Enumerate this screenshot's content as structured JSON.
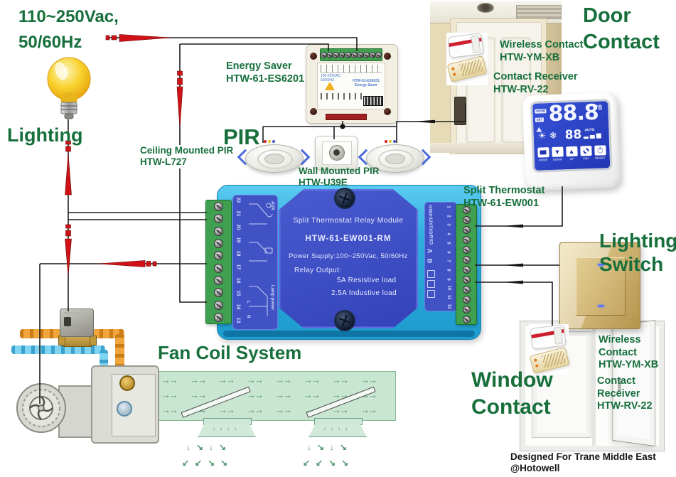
{
  "power": {
    "line1": "110~250Vac,",
    "line2": "50/60Hz"
  },
  "headings": {
    "lighting": "Lighting",
    "pir": "PIR",
    "door1": "Door",
    "door2": "Contact",
    "switch1": "Lighting",
    "switch2": "Switch",
    "window1": "Window",
    "window2": "Contact",
    "fan_coil": "Fan Coil System"
  },
  "labels": {
    "energy_saver_name": "Energy Saver",
    "energy_saver_model": "HTW-61-ES6201",
    "ceiling_pir_name": "Ceiling Mounted PIR",
    "ceiling_pir_model": "HTW-L727",
    "wall_pir_name": "Wall Mounted PIR",
    "wall_pir_model": "HTW-U39E",
    "door_wireless_name": "Wireless Contact",
    "door_wireless_model": "HTW-YM-XB",
    "door_receiver_name": "Contact Receiver",
    "door_receiver_model": "HTW-RV-22",
    "thermostat_name": "Split Thermostat",
    "thermostat_model": "HTW-61-EW001",
    "window_wireless_name": "Wireless Contact",
    "window_wireless_model": "HTW-YM-XB",
    "window_receiver_name": "Contact Receiver",
    "window_receiver_model": "HTW-RV-22"
  },
  "module": {
    "title": "Split Thermostat Relay Module",
    "model": "HTW-61-EW001-RM",
    "power_supply": "Power Supply:100~250Vac, 50/60Hz",
    "relay_output": "Relay Output:",
    "load1": "5A Resistive load",
    "load2": "2.5A Industive load",
    "left_pins": [
      "22",
      "21",
      "20",
      "19",
      "18",
      "17",
      "16",
      "15",
      "14",
      "13"
    ],
    "right_pins": [
      "1",
      "2",
      "3",
      "4",
      "5",
      "6",
      "7",
      "8",
      "9",
      "10",
      "11",
      "12"
    ],
    "right_labels": [
      "GND",
      "+12V",
      "TXD",
      "RXD",
      "A",
      "B"
    ],
    "left_top_label": "AUX",
    "left_bottom_label": "Lamp power",
    "left_l": "L",
    "left_n": "N"
  },
  "energy_saver_device": {
    "rating1": "100-250VAC",
    "rating2": "50/60HZ",
    "model": "HTW-61-ES6201",
    "name": "Energy Saver"
  },
  "thermostat": {
    "room": "ROOM",
    "set": "SET",
    "main": "88.8",
    "deg": "°8",
    "sub": "88",
    "auto": "AUTO",
    "btn_mode": "MODE",
    "btn_down": "DOWN",
    "btn_up": "UP",
    "btn_fan": "FAN",
    "btn_onoff": "ON/OFF"
  },
  "footer": {
    "line1": "Designed For Trane Middle East",
    "line2": "@Hotowell"
  },
  "colors": {
    "heading_green": "#176f3c",
    "wire_black": "#1c1c1c",
    "arrow_red": "#d01216",
    "module_body_blue": "#2fb0e4",
    "module_panel_blue": "#4152c4",
    "terminal_green": "#3fa050",
    "switch_gold": "#d3b878",
    "duct_green": "#c8e6d2",
    "pipe_orange": "#f0a63c",
    "pipe_blue": "#7fd4f2"
  }
}
